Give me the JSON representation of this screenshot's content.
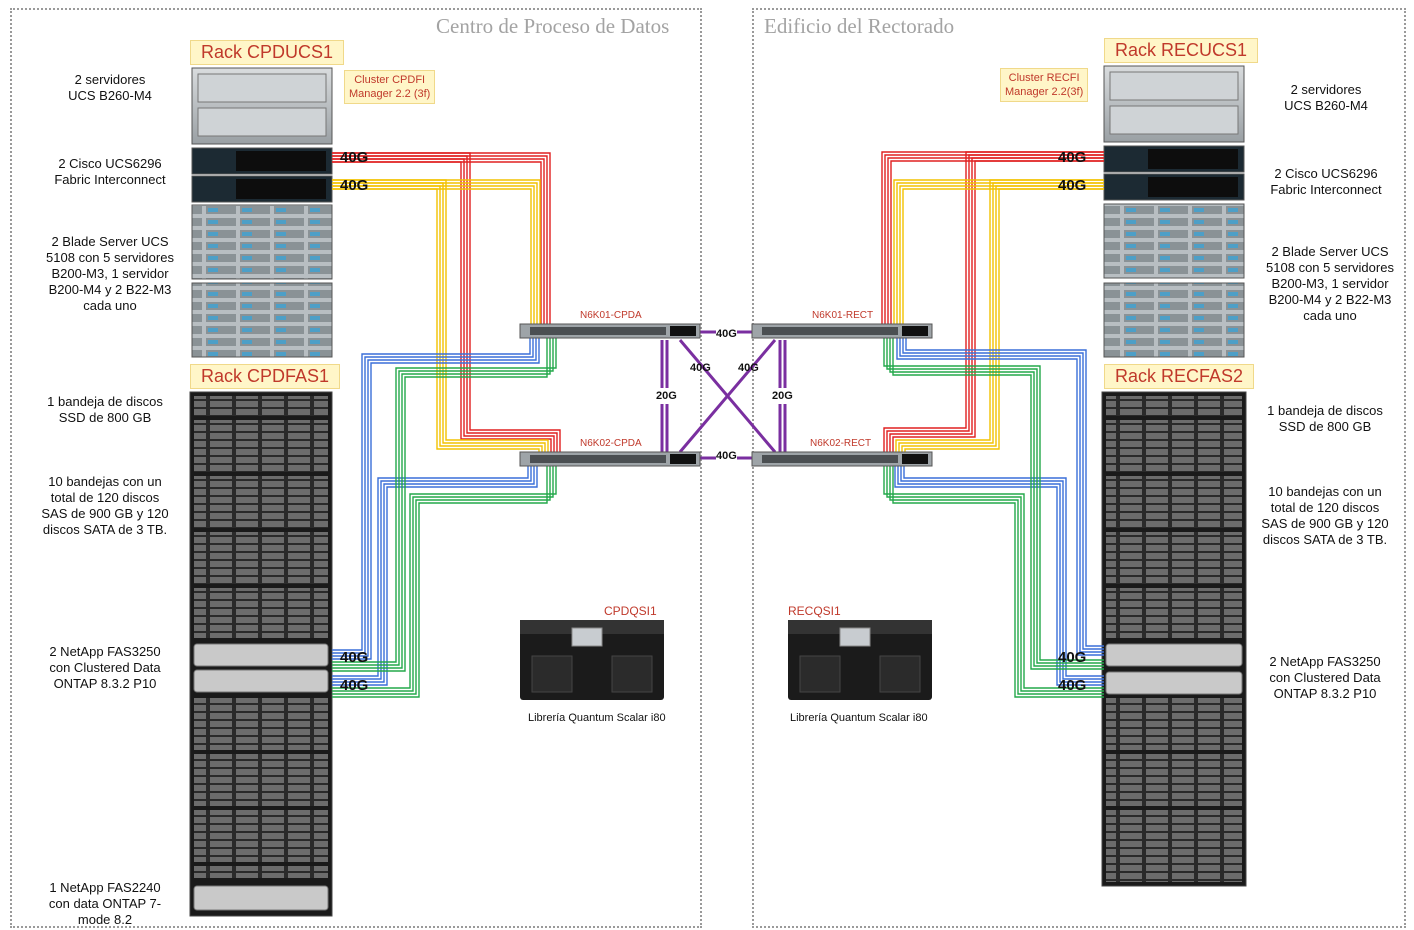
{
  "zones": {
    "left_title": "Centro de Proceso de Datos",
    "right_title": "Edificio del Rectorado"
  },
  "left": {
    "rack_ucs": "Rack CPDUCS1",
    "rack_fas": "Rack CPDFAS1",
    "cluster": "Cluster CPDFI\nManager 2.2 (3f)",
    "desc_servers": "2  servidores\nUCS B260-M4",
    "desc_fabric": "2 Cisco UCS6296\nFabric Interconnect",
    "desc_blade": "2 Blade Server UCS\n5108 con 5 servidores\nB200-M3, 1 servidor\nB200-M4 y 2 B22-M3\ncada uno",
    "desc_ssd": "1 bandeja de discos\nSSD de 800 GB",
    "desc_trays": "10 bandejas con un\ntotal de 120 discos\nSAS de 900 GB y 120\ndiscos SATA de 3 TB.",
    "desc_netapp": "2 NetApp FAS3250\ncon Clustered Data\nONTAP 8.3.2 P10",
    "desc_fas2240": "1 NetApp FAS2240\ncon data ONTAP 7-\nmode 8.2",
    "link_40g_1": "40G",
    "link_40g_2": "40G",
    "link_40g_3": "40G",
    "link_40g_4": "40G",
    "switch_1": "N6K01-CPDA",
    "switch_2": "N6K02-CPDA",
    "library_name": "CPDQSI1",
    "library_label": "Librería Quantum Scalar i80"
  },
  "right": {
    "rack_ucs": "Rack RECUCS1",
    "rack_fas": "Rack RECFAS2",
    "cluster": "Cluster RECFI\nManager 2.2(3f)",
    "desc_servers": "2  servidores\nUCS B260-M4",
    "desc_fabric": "2 Cisco UCS6296\nFabric Interconnect",
    "desc_blade": "2 Blade Server UCS\n5108 con 5 servidores\nB200-M3, 1 servidor\nB200-M4 y 2 B22-M3\ncada uno",
    "desc_ssd": "1 bandeja de discos\nSSD de 800 GB",
    "desc_trays": "10 bandejas con un\ntotal de 120 discos\nSAS de 900 GB y 120\ndiscos SATA de 3 TB.",
    "desc_netapp": "2 NetApp FAS3250\ncon Clustered Data\nONTAP 8.3.2 P10",
    "link_40g_1": "40G",
    "link_40g_2": "40G",
    "link_40g_3": "40G",
    "link_40g_4": "40G",
    "switch_1": "N6K01-RECT",
    "switch_2": "N6K02-RECT",
    "library_name": "RECQSI1",
    "library_label": "Librería Quantum Scalar i80"
  },
  "core": {
    "link_top": "40G",
    "link_bottom": "40G",
    "cross_left": "40G",
    "cross_right": "40G",
    "vert_left": "20G",
    "vert_right": "20G"
  },
  "colors": {
    "red": "#e02020",
    "yellow": "#f2c200",
    "blue": "#3a6fd8",
    "green": "#23a84a",
    "purple": "#7a2fa0",
    "label_red": "#c0392b"
  }
}
